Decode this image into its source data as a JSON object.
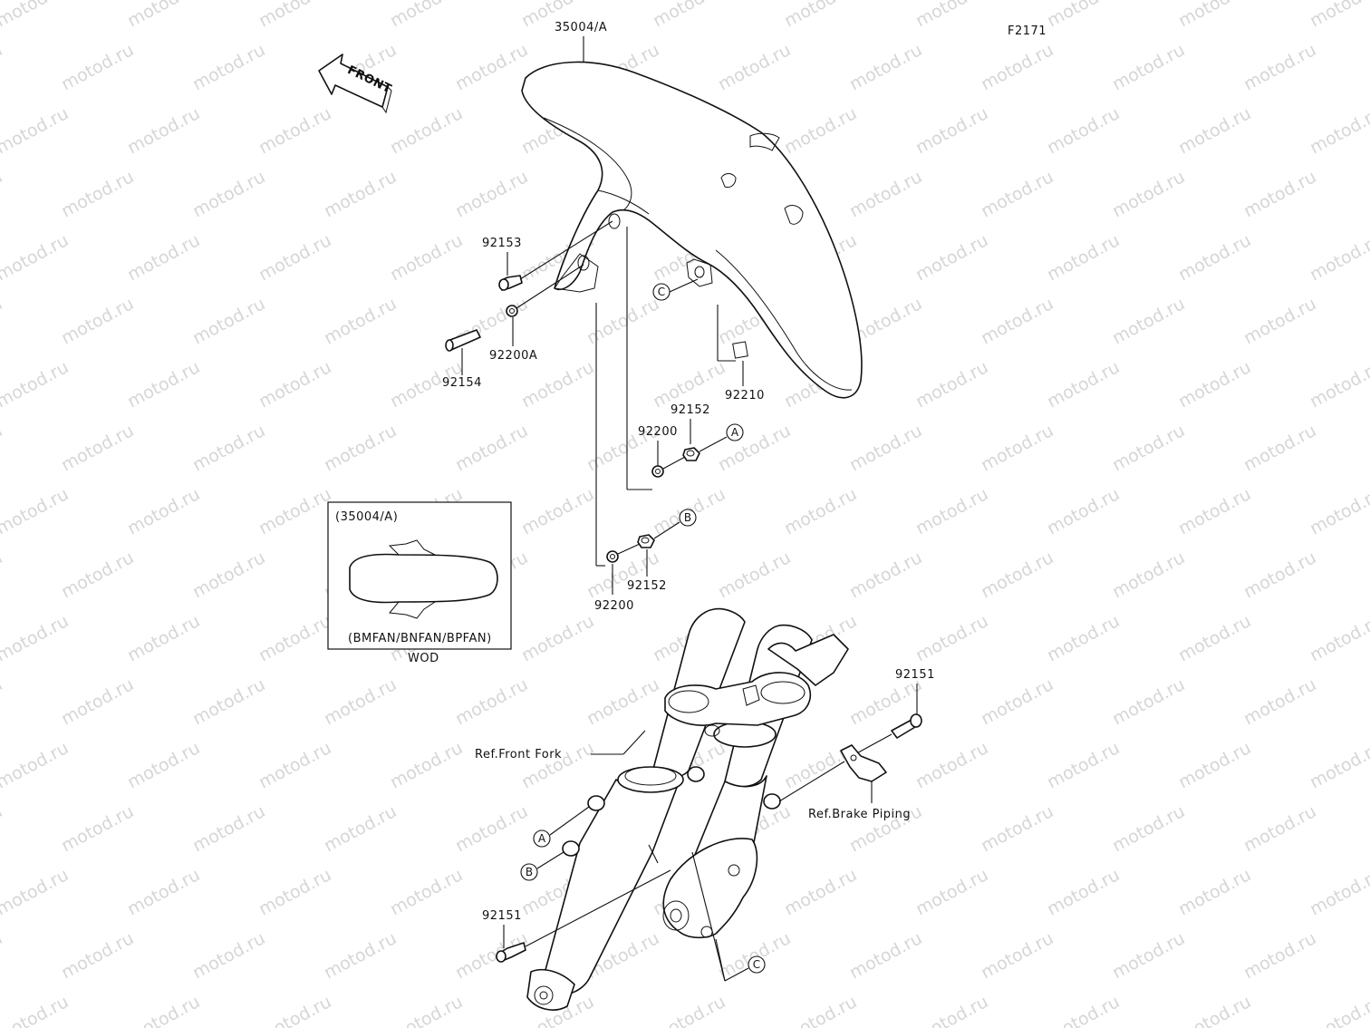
{
  "diagram_id": "F2171",
  "watermark": "motod.ru",
  "front_arrow": "FRONT",
  "parts": {
    "fender": "35004/A",
    "bolt_top": "92153",
    "collar": "92154",
    "washer_a": "92200A",
    "nut_c": "92210",
    "bolt_a": "92152",
    "washer_a2": "92200",
    "bolt_b": "92152",
    "washer_b": "92200",
    "bolt_brake": "92151",
    "bolt_fork": "92151"
  },
  "references": {
    "front_fork": "Ref.Front Fork",
    "brake_piping": "Ref.Brake Piping"
  },
  "callouts": {
    "a": "A",
    "b": "B",
    "c": "C"
  },
  "inset": {
    "title": "(35004/A)",
    "models": "(BMFAN/BNFAN/BPFAN)",
    "note": "WOD"
  }
}
